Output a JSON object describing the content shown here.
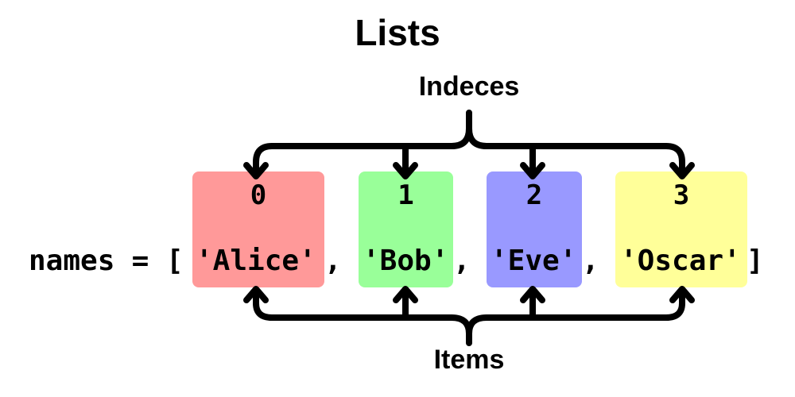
{
  "title": "Lists",
  "labels": {
    "indices": "Indeces",
    "items": "Items"
  },
  "code": {
    "variable": "names",
    "assign": " = [",
    "separator": ", ",
    "close": "]"
  },
  "elements": [
    {
      "index": "0",
      "value": "'Alice'",
      "color": "#ff9999"
    },
    {
      "index": "1",
      "value": "'Bob'",
      "color": "#99ff99"
    },
    {
      "index": "2",
      "value": "'Eve'",
      "color": "#9999ff"
    },
    {
      "index": "3",
      "value": "'Oscar'",
      "color": "#ffff99"
    }
  ]
}
